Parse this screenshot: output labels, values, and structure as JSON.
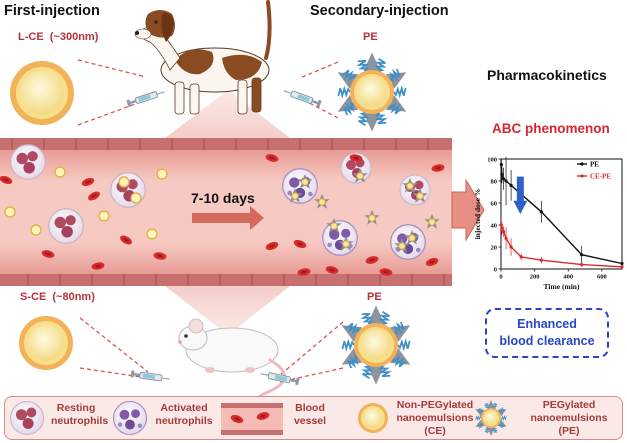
{
  "headers": {
    "first_injection": "First-injection",
    "secondary_injection": "Secondary-injection",
    "lce_label": "L-CE  (~300nm)",
    "pe_top_label": "PE",
    "sce_label": "S-CE  (~80nm)",
    "pe_bottom_label": "PE",
    "interval_label": "7-10 days"
  },
  "right_panel": {
    "title": "Pharmacokinetics",
    "subtitle": "ABC phenomenon",
    "enhanced_line1": "Enhanced",
    "enhanced_line2": "blood clearance"
  },
  "legend": {
    "resting_1": "Resting",
    "resting_2": "neutrophils",
    "activated_1": "Activated",
    "activated_2": "neutrophils",
    "vessel_1": "Blood",
    "vessel_2": "vessel",
    "nonpeg_1": "Non-PEGylated",
    "nonpeg_2": "nanoemulsions",
    "nonpeg_3": "(CE)",
    "peg_1": "PEGylated",
    "peg_2": "nanoemulsions",
    "peg_3": "(PE)"
  },
  "colors": {
    "vessel_wall": "#c76c6c",
    "lumen": "#f3b7b0",
    "arrow_red": "#d56a5c",
    "pe_series": "#111111",
    "ce_pe_series": "#dd2a2a",
    "down_arrow": "#2f62c9",
    "enhanced_blue": "#2b45c8"
  },
  "chart_data": {
    "type": "line",
    "xlabel": "Time (min)",
    "ylabel": "injected dose %",
    "xlim": [
      0,
      720
    ],
    "ylim": [
      0,
      100
    ],
    "xticks": [
      0,
      200,
      400,
      600
    ],
    "yticks": [
      0,
      20,
      40,
      60,
      80,
      100
    ],
    "legend_position": "top-right",
    "series": [
      {
        "name": "PE",
        "color": "#111111",
        "x": [
          2,
          5,
          15,
          30,
          60,
          120,
          240,
          480,
          720
        ],
        "y": [
          95,
          86,
          82,
          80,
          76,
          68,
          52,
          13,
          5
        ],
        "err": [
          5,
          8,
          10,
          22,
          14,
          12,
          10,
          8,
          2
        ]
      },
      {
        "name": "CE-PE",
        "color": "#dd2a2a",
        "x": [
          2,
          5,
          15,
          30,
          60,
          120,
          240,
          480,
          720
        ],
        "y": [
          40,
          37,
          34,
          28,
          20,
          11,
          8,
          4,
          2
        ],
        "err": [
          6,
          6,
          5,
          10,
          8,
          3,
          3,
          2,
          1
        ]
      }
    ]
  }
}
